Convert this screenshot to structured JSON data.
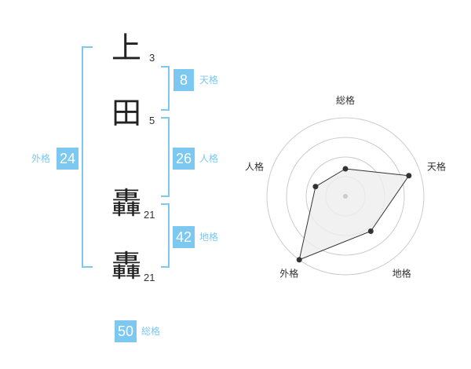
{
  "name": {
    "chars": [
      {
        "char": "上",
        "strokes": "3"
      },
      {
        "char": "田",
        "strokes": "5"
      },
      {
        "char": "轟",
        "strokes": "21"
      },
      {
        "char": "轟",
        "strokes": "21"
      }
    ]
  },
  "fortune": {
    "tenkaku": {
      "label": "天格",
      "value": "8"
    },
    "jinkaku": {
      "label": "人格",
      "value": "26"
    },
    "chikaku": {
      "label": "地格",
      "value": "42"
    },
    "gaikaku": {
      "label": "外格",
      "value": "24"
    },
    "soukaku": {
      "label": "総格",
      "value": "50"
    }
  },
  "colors": {
    "accent": "#7cc8f0",
    "radar_fill": "#eeeeee",
    "radar_line": "#333333"
  },
  "chart_data": {
    "type": "radar",
    "axes": [
      "総格",
      "天格",
      "地格",
      "外格",
      "人格"
    ],
    "rings": 4,
    "values": [
      0.35,
      0.85,
      0.55,
      1.0,
      0.4
    ]
  }
}
